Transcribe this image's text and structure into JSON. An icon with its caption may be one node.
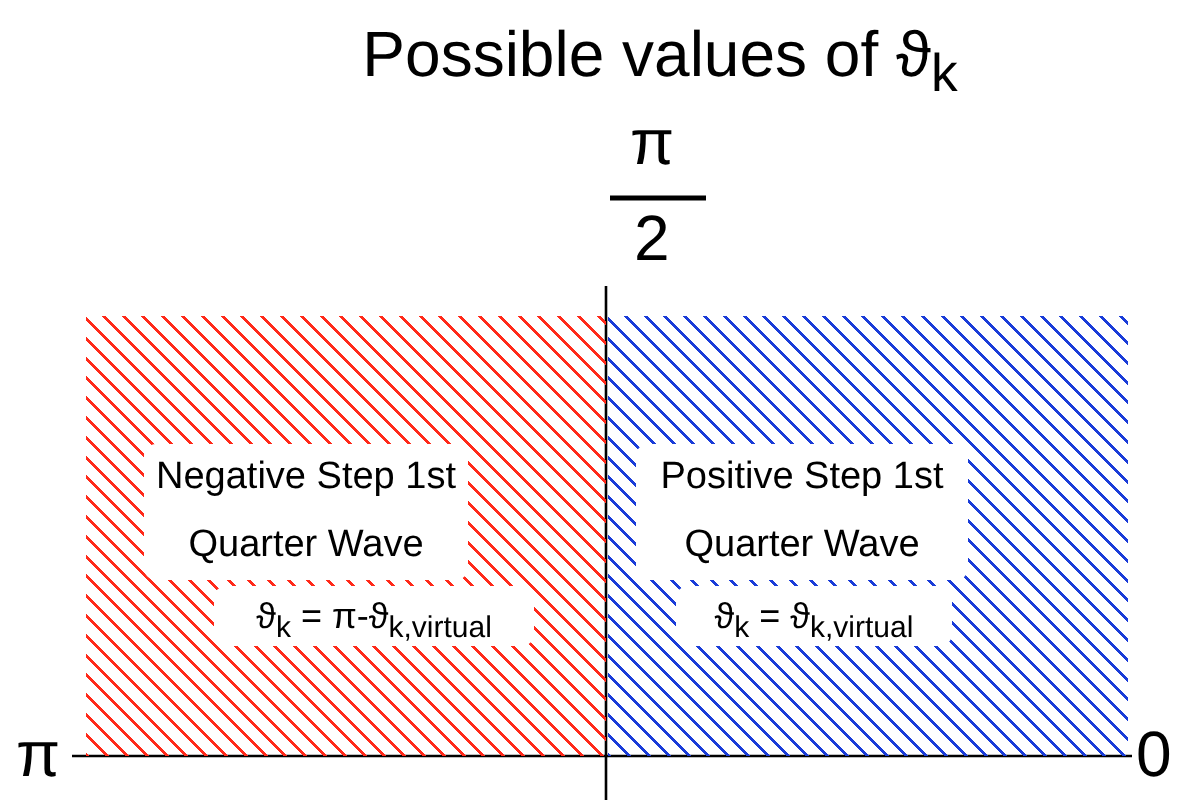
{
  "diagram": {
    "title": "Possible values of ϑ$_{k}$",
    "nodes": [
      {
        "text": [
          "Negative Step 1st Quarter Wave",
          "ϑ$_{k}$ = π-ϑ$_{k,virtual}$"
        ]
      },
      {
        "text": [
          "Positive Step 1st Quarter Wave",
          "ϑ$_{k}$ = ϑ$_{k,virtual}$"
        ]
      }
    ],
    "labels": [
      "π",
      "2",
      "π",
      "0"
    ]
  }
}
